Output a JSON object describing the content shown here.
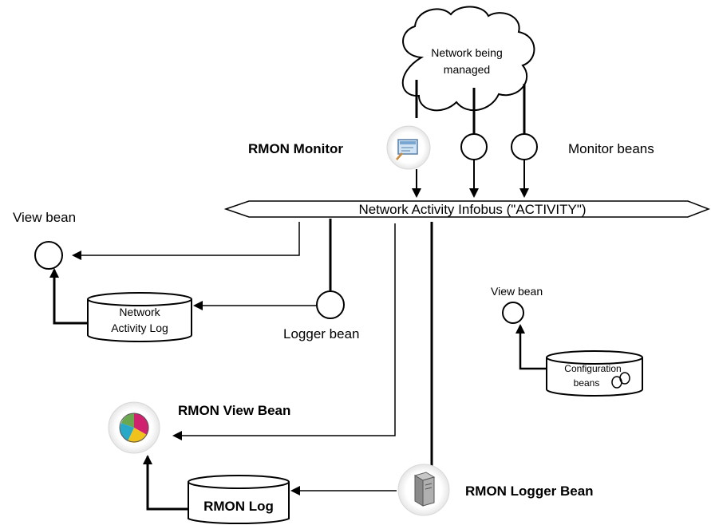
{
  "cloud": {
    "line1": "Network being",
    "line2": "managed"
  },
  "rmon_monitor": {
    "label": "RMON Monitor"
  },
  "monitor_beans": {
    "label": "Monitor beans"
  },
  "infobus": {
    "label": "Network Activity Infobus (\"ACTIVITY\")"
  },
  "view_bean_left": {
    "label": "View bean"
  },
  "network_log": {
    "line1": "Network",
    "line2": "Activity Log"
  },
  "logger_bean": {
    "label": "Logger bean"
  },
  "view_bean_right": {
    "label": "View bean"
  },
  "configuration": {
    "line1": "Configuration",
    "line2": "beans"
  },
  "rmon_view_bean": {
    "label": "RMON View Bean"
  },
  "rmon_log": {
    "label": "RMON Log"
  },
  "rmon_logger_bean": {
    "label": "RMON Logger Bean"
  }
}
